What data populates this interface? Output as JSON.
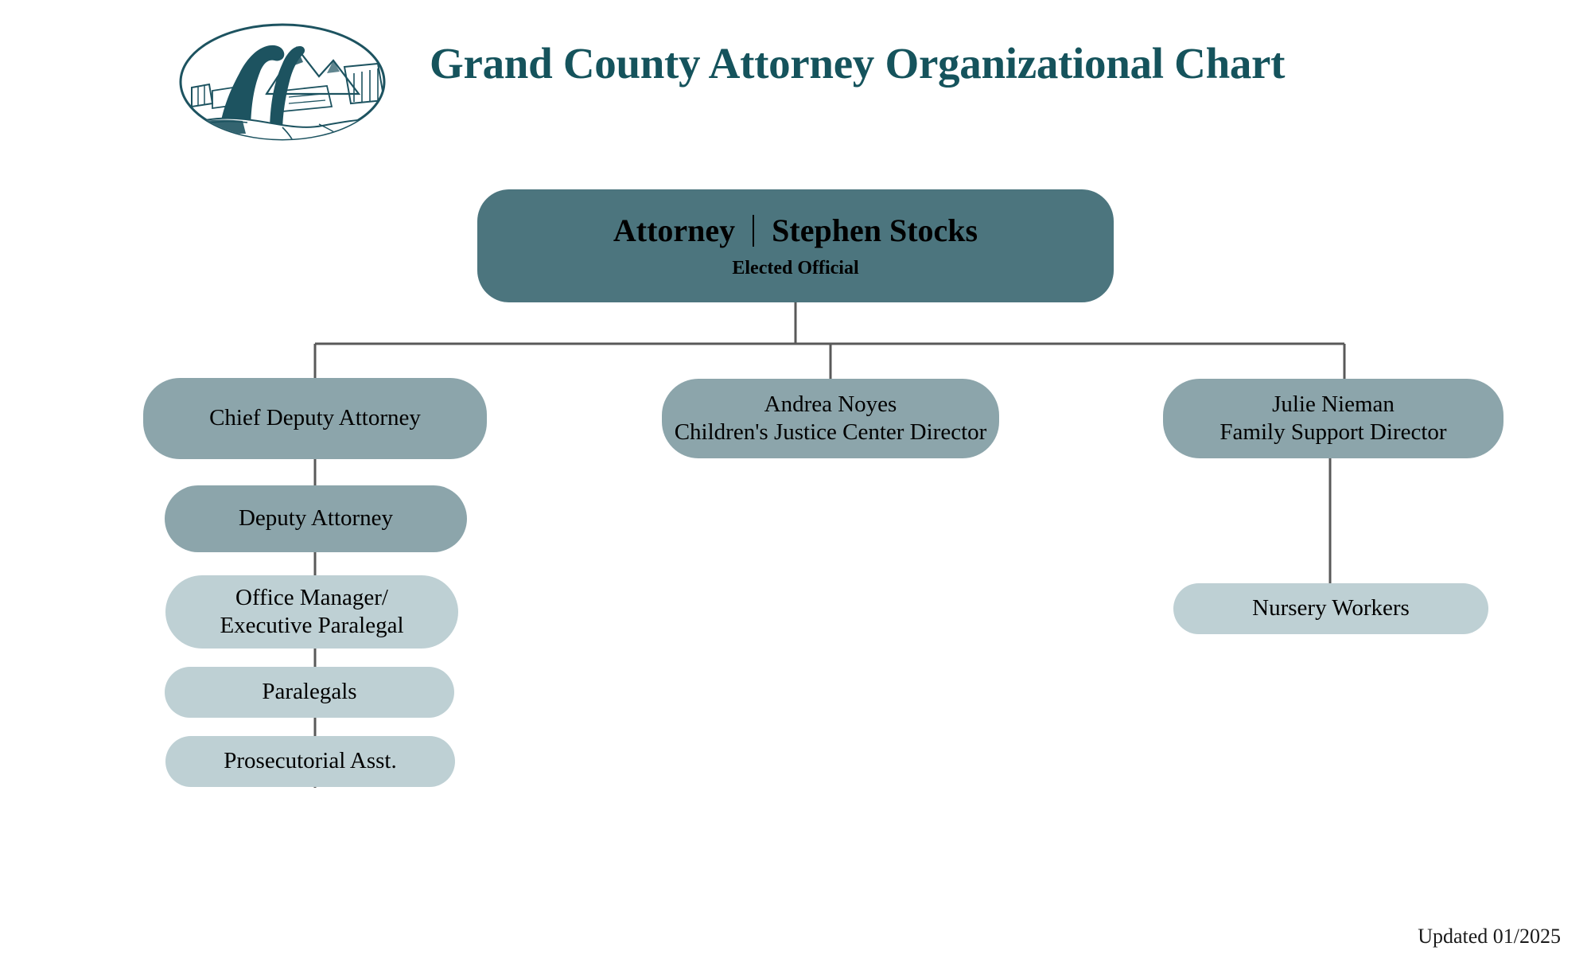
{
  "header": {
    "title": "Grand County Attorney Organizational Chart",
    "logo_icon": "grand-county-arch-landscape-seal"
  },
  "colors": {
    "title": "#15535c",
    "root_box": "#4c757e",
    "mid_box": "#8ca5ab",
    "light_box": "#bed0d4",
    "connector": "#595959",
    "text": "#000000",
    "background": "#ffffff"
  },
  "chart_data": {
    "type": "diagram",
    "title": "Grand County Attorney Organizational Chart",
    "nodes": [
      {
        "id": "attorney",
        "level": 0,
        "role": "Attorney",
        "name": "Stephen Stocks",
        "separator": "|",
        "subtitle": "Elected Official",
        "style": "root"
      },
      {
        "id": "chief-deputy-attorney",
        "level": 1,
        "line1": "Chief Deputy Attorney",
        "line2": "",
        "style": "mid",
        "parent": "attorney"
      },
      {
        "id": "andrea-noyes",
        "level": 1,
        "line1": "Andrea Noyes",
        "line2": "Children's Justice Center Director",
        "style": "mid",
        "parent": "attorney"
      },
      {
        "id": "julie-nieman",
        "level": 1,
        "line1": "Julie Nieman",
        "line2": "Family Support Director",
        "style": "mid",
        "parent": "attorney"
      },
      {
        "id": "deputy-attorney",
        "level": 2,
        "line1": "Deputy Attorney",
        "line2": "",
        "style": "mid",
        "parent": "chief-deputy-attorney"
      },
      {
        "id": "office-manager",
        "level": 3,
        "line1": "Office Manager/",
        "line2": "Executive Paralegal",
        "style": "light",
        "parent": "deputy-attorney"
      },
      {
        "id": "paralegals",
        "level": 4,
        "line1": "Paralegals",
        "line2": "",
        "style": "light",
        "parent": "office-manager"
      },
      {
        "id": "prosecutorial-asst",
        "level": 5,
        "line1": "Prosecutorial Asst.",
        "line2": "",
        "style": "light",
        "parent": "paralegals"
      },
      {
        "id": "nursery-workers",
        "level": 2,
        "line1": "Nursery Workers",
        "line2": "",
        "style": "light",
        "parent": "julie-nieman"
      }
    ]
  },
  "footer": {
    "updated": "Updated 01/2025"
  }
}
